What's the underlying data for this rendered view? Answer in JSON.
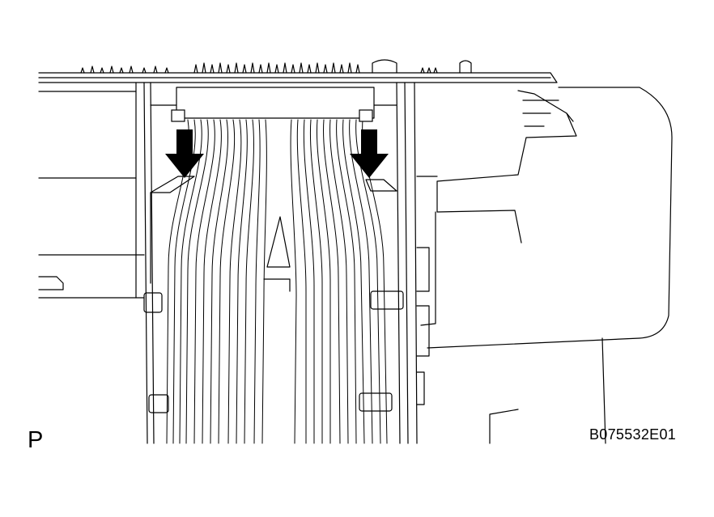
{
  "figure": {
    "section_label": "P",
    "figure_id": "B075532E01",
    "line_color": "#000000",
    "background_color": "#ffffff",
    "arrows": [
      {
        "name": "left-down-arrow-icon",
        "direction": "down"
      },
      {
        "name": "right-down-arrow-icon",
        "direction": "down"
      }
    ]
  }
}
